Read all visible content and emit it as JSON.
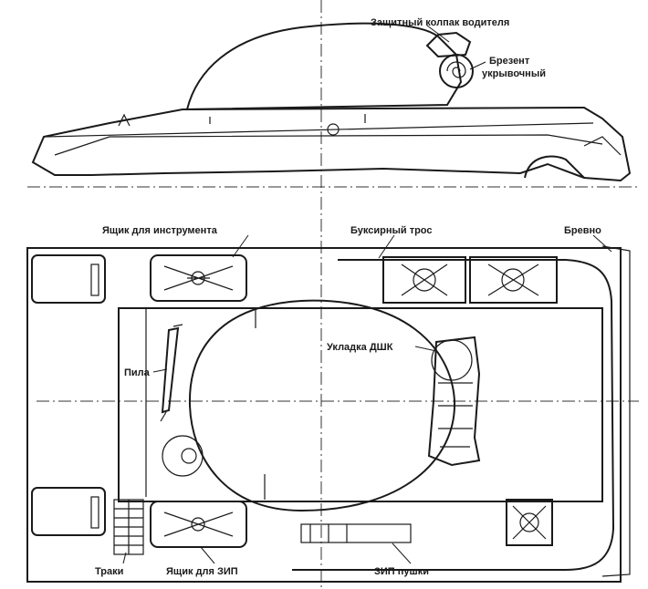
{
  "labels": {
    "driver_hood": "Защитный колпак водителя",
    "tarp_line1": "Брезент",
    "tarp_line2": "укрывочный",
    "tool_box": "Ящик для инструмента",
    "tow_cable": "Буксирный трос",
    "log": "Бревно",
    "saw": "Пила",
    "dshk_stowage": "Укладка ДШК",
    "tracks": "Траки",
    "spares_box": "Ящик для ЗИП",
    "gun_spares": "ЗИП пушки"
  },
  "colors": {
    "ink": "#1a1a1a",
    "paper": "#ffffff"
  }
}
